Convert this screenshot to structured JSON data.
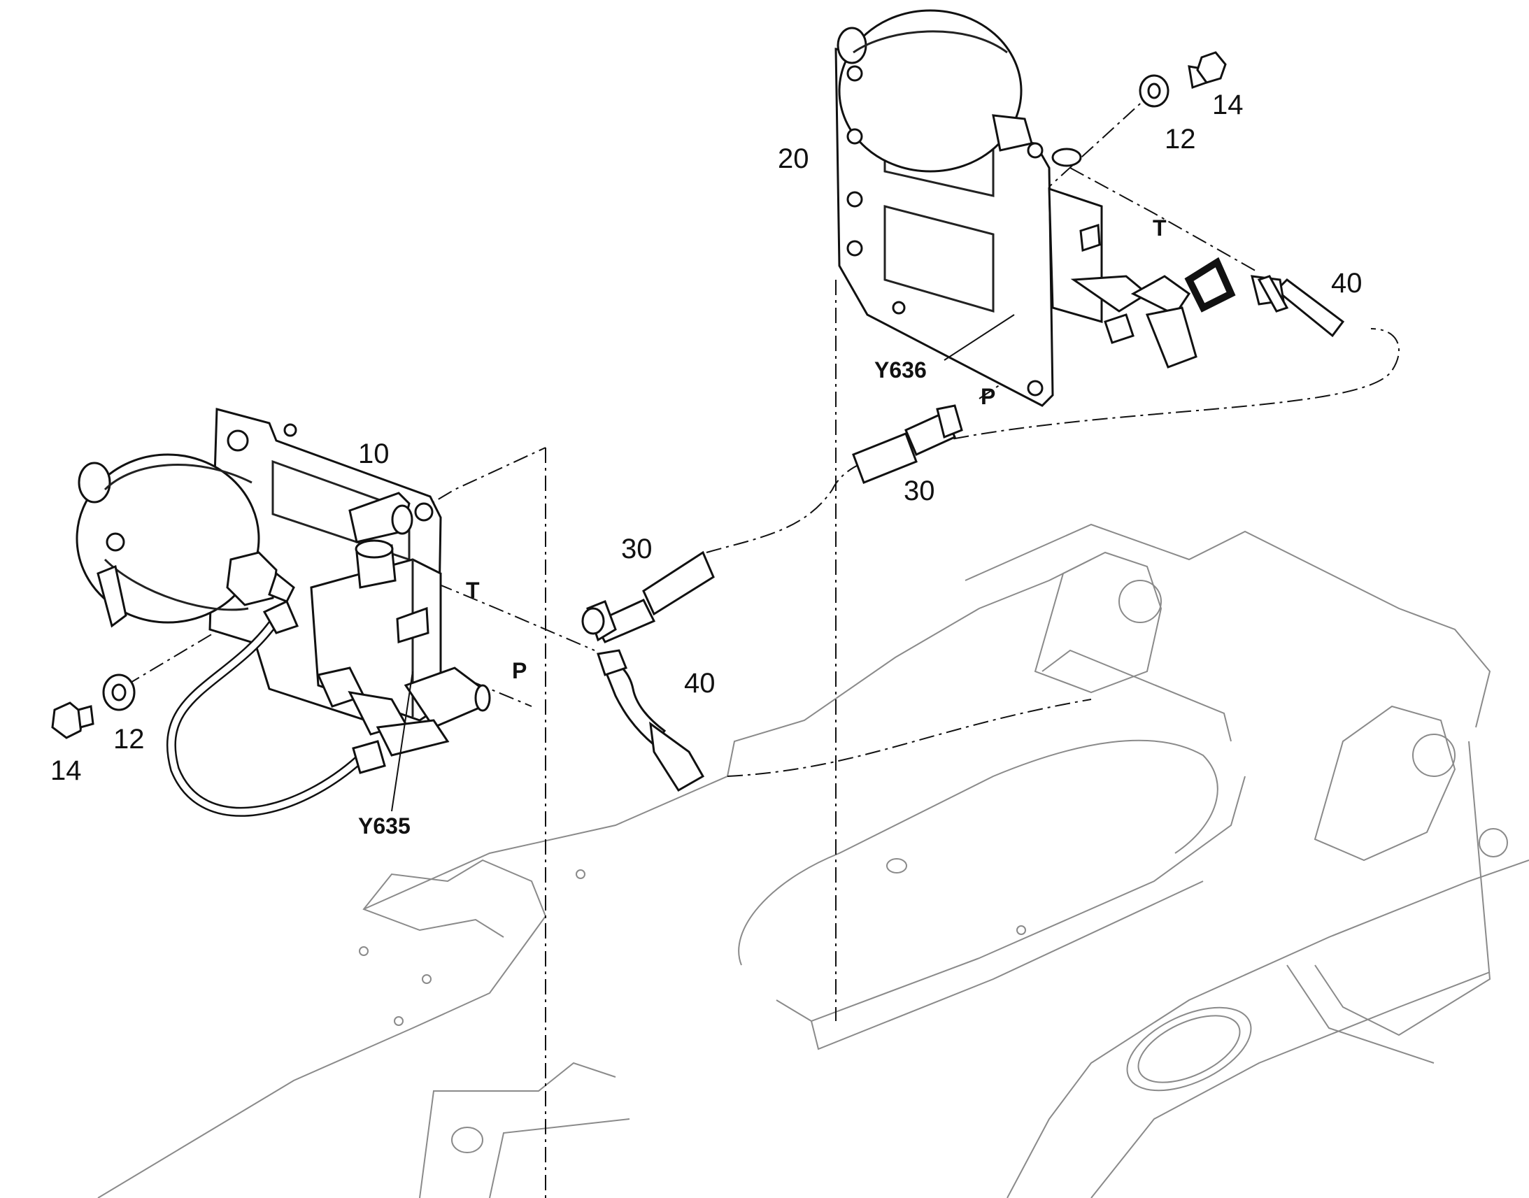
{
  "diagram": {
    "callouts": [
      {
        "id": "c10",
        "text": "10"
      },
      {
        "id": "c20",
        "text": "20"
      },
      {
        "id": "c12a",
        "text": "12"
      },
      {
        "id": "c14a",
        "text": "14"
      },
      {
        "id": "c12b",
        "text": "12"
      },
      {
        "id": "c14b",
        "text": "14"
      },
      {
        "id": "c30a",
        "text": "30"
      },
      {
        "id": "c40a",
        "text": "40"
      },
      {
        "id": "c30b",
        "text": "30"
      },
      {
        "id": "c40b",
        "text": "40"
      },
      {
        "id": "y635",
        "text": "Y635"
      },
      {
        "id": "y636",
        "text": "Y636"
      },
      {
        "id": "tA",
        "text": "T"
      },
      {
        "id": "pA",
        "text": "P"
      },
      {
        "id": "tB",
        "text": "T"
      },
      {
        "id": "pB",
        "text": "P"
      }
    ]
  }
}
